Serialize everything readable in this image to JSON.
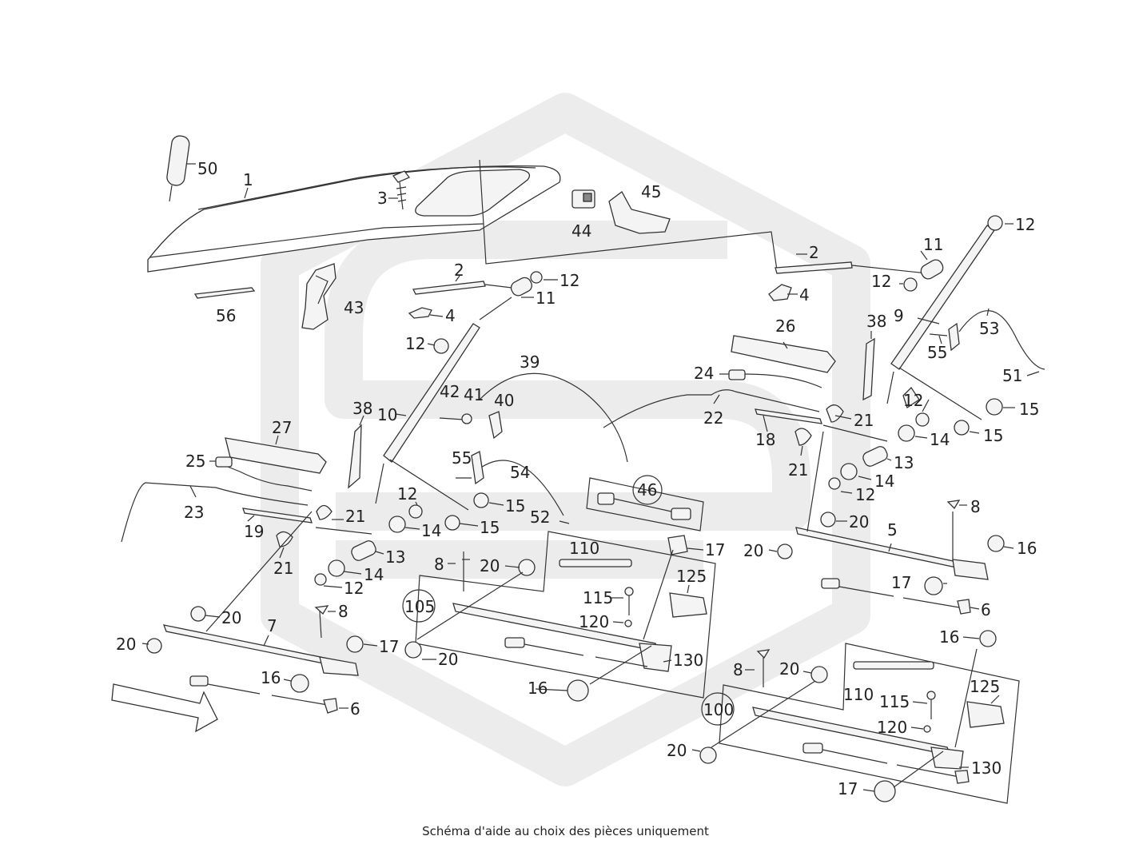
{
  "diagram": {
    "caption": "Schéma d'aide au choix des pièces uniquement",
    "part_numbers": {
      "p1": "1",
      "p2": "2",
      "p3": "3",
      "p4": "4",
      "p5": "5",
      "p6": "6",
      "p7": "7",
      "p8": "8",
      "p9": "9",
      "p10": "10",
      "p11": "11",
      "p12": "12",
      "p13": "13",
      "p14": "14",
      "p15": "15",
      "p16": "16",
      "p17": "17",
      "p18": "18",
      "p19": "19",
      "p20": "20",
      "p21": "21",
      "p22": "22",
      "p23": "23",
      "p24": "24",
      "p25": "25",
      "p26": "26",
      "p27": "27",
      "p38": "38",
      "p39": "39",
      "p40": "40",
      "p41": "41",
      "p42": "42",
      "p43": "43",
      "p44": "44",
      "p45": "45",
      "p46": "46",
      "p50": "50",
      "p51": "51",
      "p52": "52",
      "p53": "53",
      "p54": "54",
      "p55": "55",
      "p56": "56",
      "p100": "100",
      "p105": "105",
      "p110": "110",
      "p115": "115",
      "p120": "120",
      "p125": "125",
      "p130": "130"
    }
  }
}
